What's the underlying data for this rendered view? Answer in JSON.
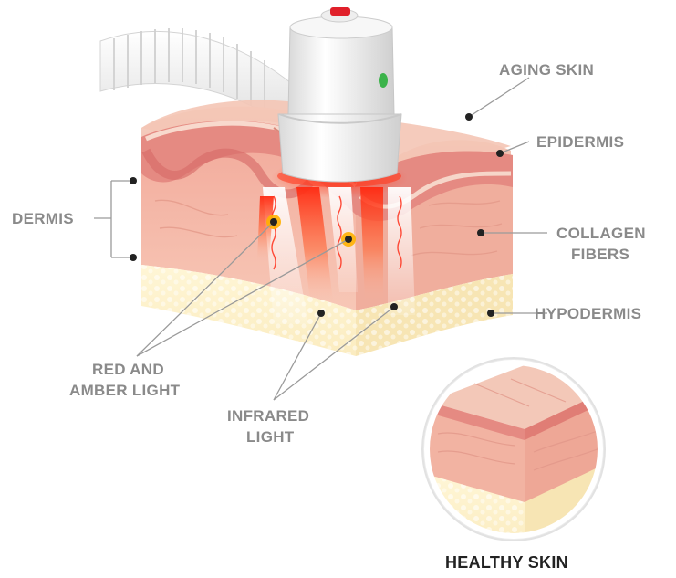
{
  "labels": {
    "aging_skin": "AGING SKIN",
    "epidermis": "EPIDERMIS",
    "dermis": "DERMIS",
    "collagen_line1": "COLLAGEN",
    "collagen_line2": "FIBERS",
    "hypodermis": "HYPODERMIS",
    "red_amber_line1": "RED AND",
    "red_amber_line2": "AMBER LIGHT",
    "infrared_line1": "INFRARED",
    "infrared_line2": "LIGHT",
    "healthy_skin": "HEALTHY SKIN"
  },
  "colors": {
    "label_gray": "#8a8a8a",
    "caption_dark": "#222222",
    "skin_top": "#f3c6b6",
    "epidermis_band": "#e9928a",
    "dermis": "#f4b9a7",
    "hypodermis": "#fbeec2",
    "red_light": "#ff3b1f",
    "amber_light": "#ffb000",
    "device_body": "#f2f2f2",
    "device_button": "#e0202a",
    "indicator": "#3bb34a"
  },
  "icons": {
    "leader_dot": "leader-dot-icon",
    "device": "light-therapy-device-icon"
  }
}
